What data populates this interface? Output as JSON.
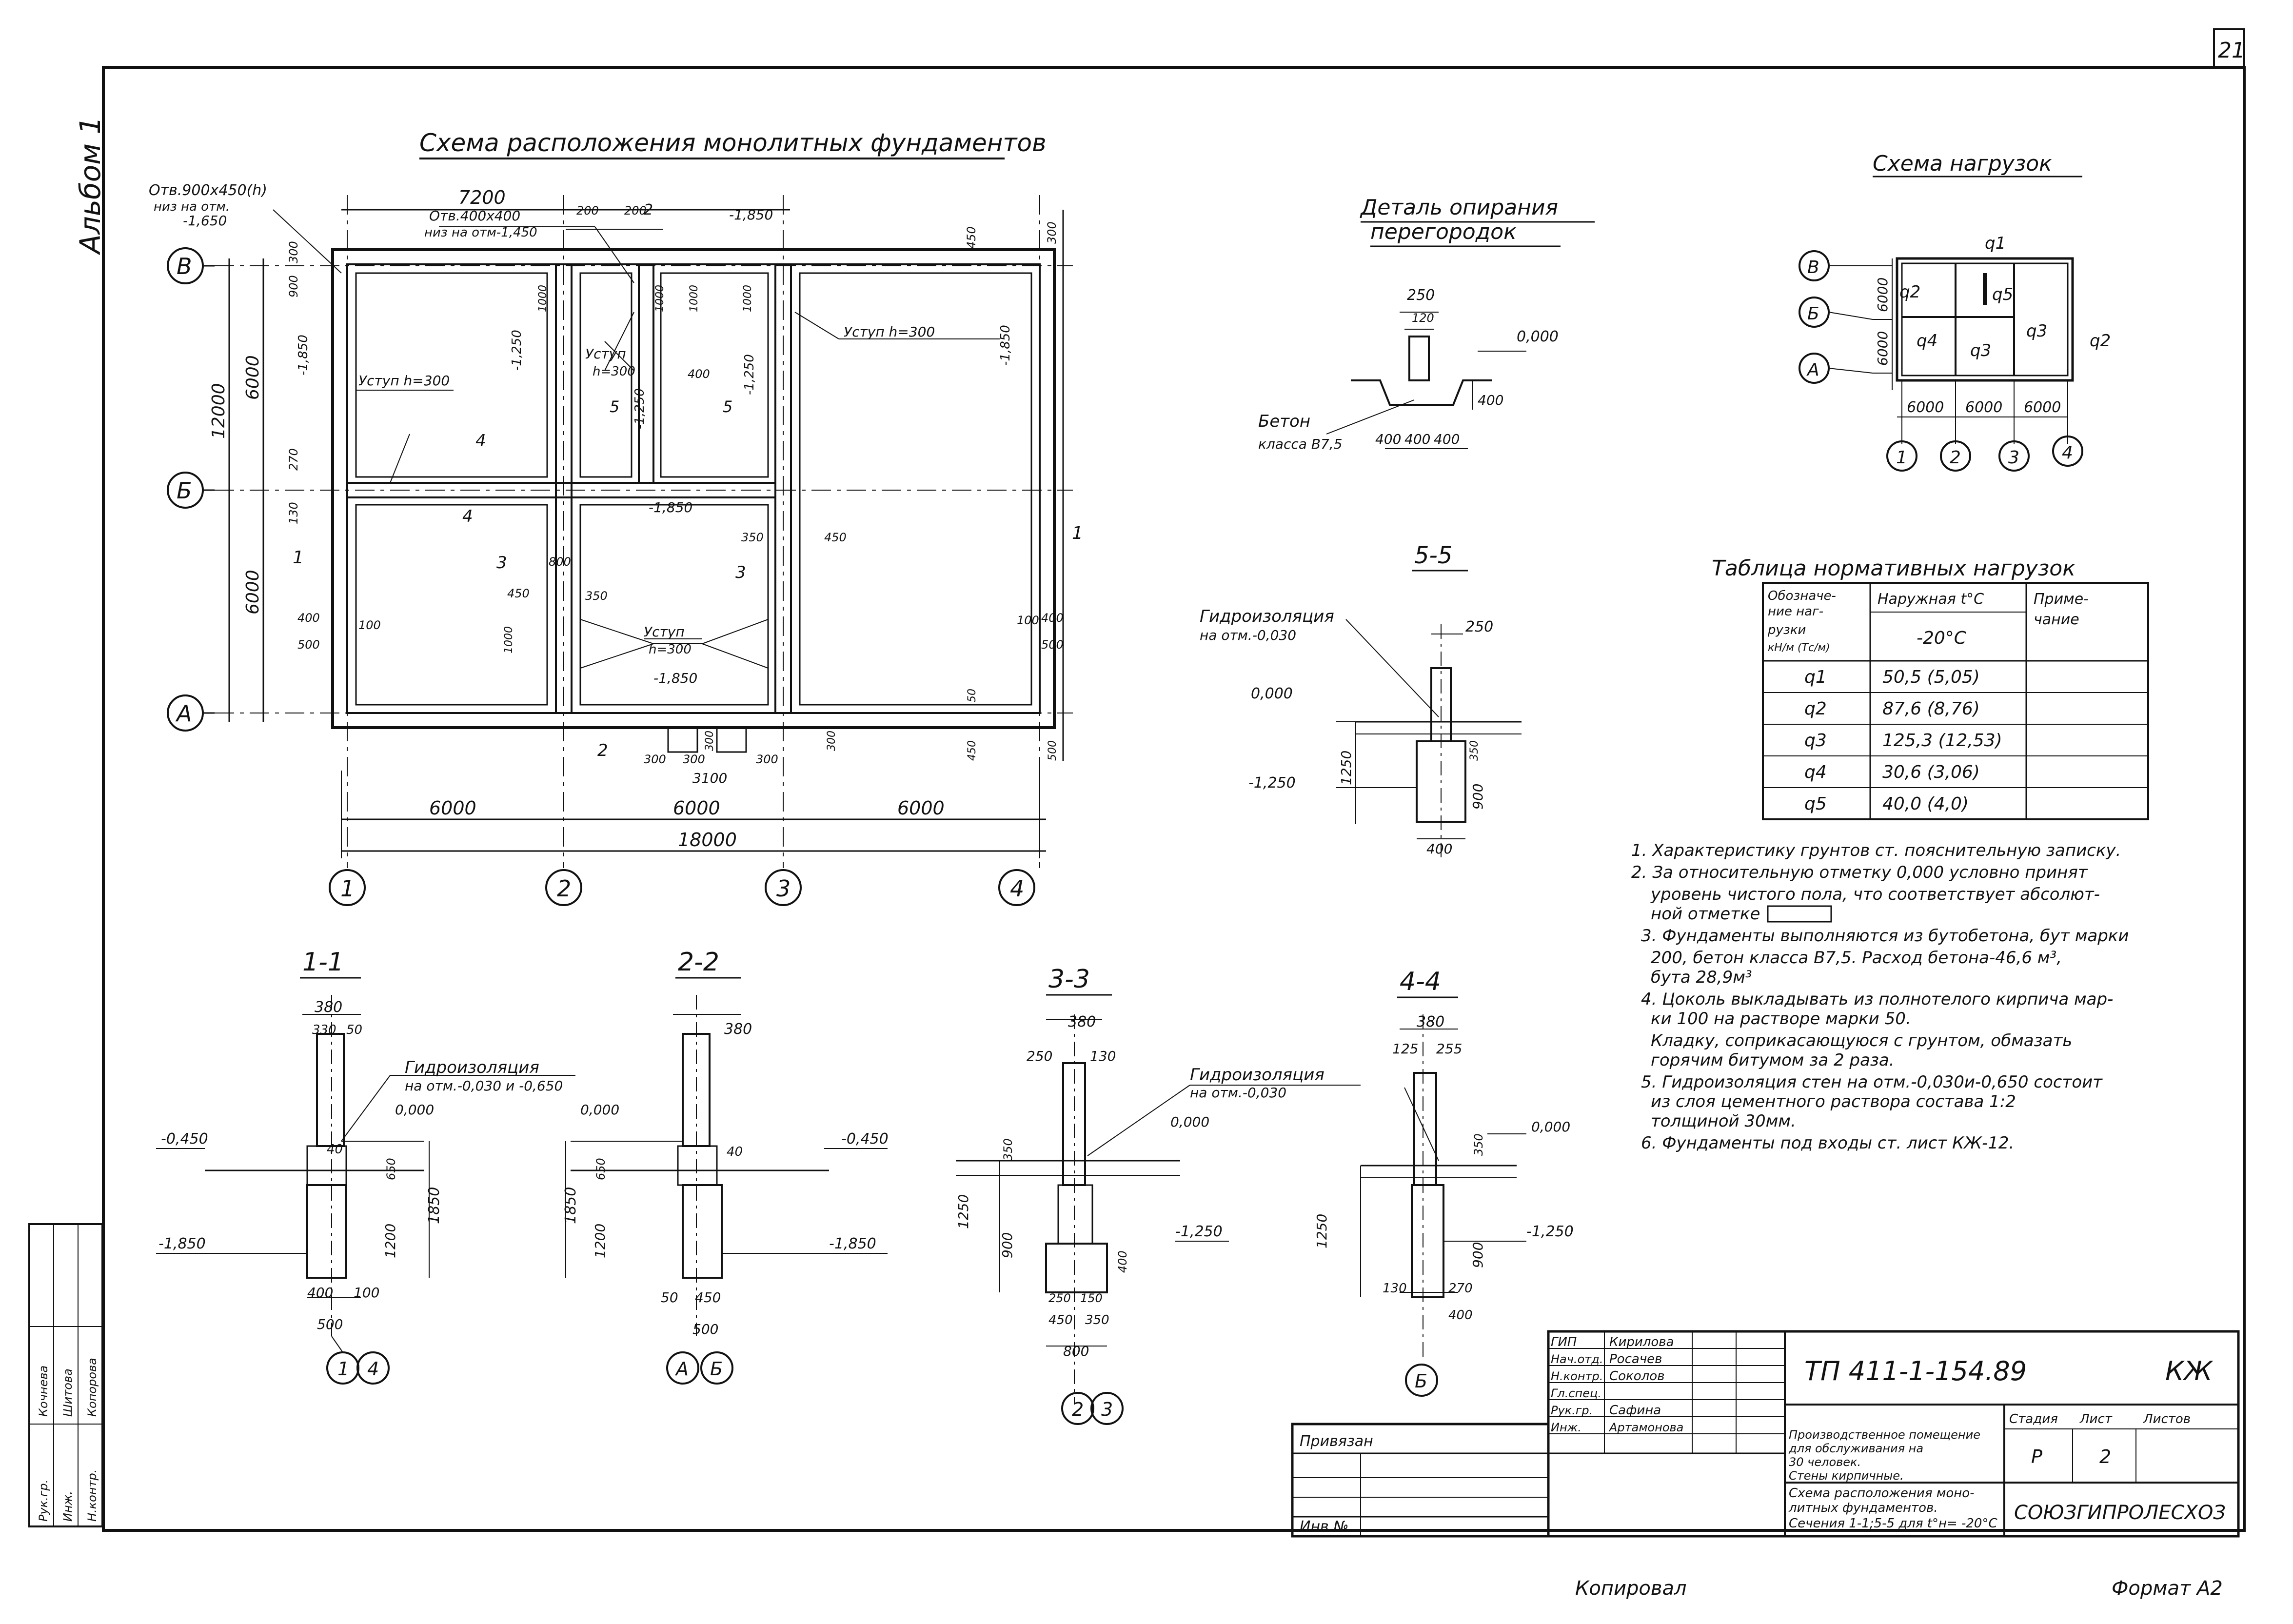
{
  "sheet": {
    "number": "21",
    "album": "Альбом 1",
    "copied": "Копировал",
    "format": "Формат А2"
  },
  "plan": {
    "title": "Схема расположения монолитных фундаментов",
    "axes_rows": [
      "В",
      "Б",
      "А"
    ],
    "axes_cols": [
      "1",
      "2",
      "3",
      "4"
    ],
    "dims_bottom": [
      "6000",
      "6000",
      "6000"
    ],
    "dim_total": "18000",
    "dims_left": [
      "6000",
      "6000"
    ],
    "dim_left_total": "12000",
    "top_dim": "7200",
    "labels": {
      "otv1": "Отв.900х450(h)",
      "otv1b": "низ на отм.",
      "otv1c": "-1,650",
      "otv2": "Отв.400х400",
      "otv2b": "низ на отм-1,450",
      "mark_top": "-1,850",
      "ustup1": "Уступ h=300",
      "ustup2": "Уступ",
      "ustup2b": "h=300",
      "ustup3": "Уступ h=300",
      "ustup4": "Уступ",
      "ustup4b": "h=300",
      "mark_mid": "-1,850",
      "mark_low": "-1,850",
      "mark_left": "-1,850",
      "mark_r": "-1,850",
      "m1250a": "-1,250",
      "m1250b": "-1,250",
      "m1250c": "-1,250"
    },
    "small_dims": [
      "200",
      "200",
      "450",
      "300",
      "300",
      "900",
      "1000",
      "1000",
      "1000",
      "1000",
      "270",
      "130",
      "400",
      "500",
      "100",
      "400",
      "350",
      "450",
      "350",
      "1000",
      "800",
      "450",
      "100",
      "400",
      "500",
      "50",
      "450",
      "500",
      "300",
      "300",
      "300",
      "3100",
      "300",
      "300"
    ],
    "section_marks": [
      "1",
      "1",
      "2",
      "2",
      "3",
      "3",
      "4",
      "4",
      "5",
      "5"
    ]
  },
  "detail_support": {
    "title": "Деталь опирания",
    "title2": "перегородок",
    "dims": [
      "250",
      "120",
      "0,000",
      "400",
      "400",
      "400",
      "400"
    ],
    "note": "Бетон",
    "note2": "класса В7,5"
  },
  "load_scheme": {
    "title": "Схема нагрузок",
    "loads": [
      "q1",
      "q2",
      "q2",
      "q3",
      "q3",
      "q4",
      "q5"
    ],
    "dims_left": [
      "6000",
      "6000"
    ],
    "dims_bottom": [
      "6000",
      "6000",
      "6000"
    ],
    "axes_rows": [
      "В",
      "Б",
      "А"
    ],
    "axes_cols": [
      "1",
      "2",
      "3",
      "4"
    ]
  },
  "load_table": {
    "title": "Таблица нормативных нагрузок",
    "headers": [
      "Обозначение нагрузки кН/м (Тс/м)",
      "Наружная t°С",
      "Примечание"
    ],
    "subheader": "-20°С",
    "rows": [
      [
        "q1",
        "50,5 (5,05)",
        ""
      ],
      [
        "q2",
        "87,6 (8,76)",
        ""
      ],
      [
        "q3",
        "125,3 (12,53)",
        ""
      ],
      [
        "q4",
        "30,6 (3,06)",
        ""
      ],
      [
        "q5",
        "40,0 (4,0)",
        ""
      ]
    ]
  },
  "notes": [
    "1. Характеристику грунтов ст. пояснительную записку.",
    "2. За относительную отметку 0,000 условно принят",
    "уровень чистого пола, что соответствует абсолют-",
    "ной отметке",
    "3. Фундаменты выполняются из бутобетона, бут марки",
    "200, бетон класса В7,5. Расход бетона-46,6 м³,",
    "бута 28,9м³",
    "4. Цоколь выкладывать из полнотелого кирпича мар-",
    "ки 100 на растворе марки 50.",
    "Кладку, соприкасающуюся с грунтом, обмазать",
    "горячим битумом за 2 раза.",
    "5. Гидроизоляция стен на отм.-0,030и-0,650 состоит",
    "из слоя цементного раствора состава 1:2",
    "толщиной 30мм.",
    "6. Фундаменты под входы ст. лист КЖ-12."
  ],
  "sections": {
    "s55": {
      "title": "5-5",
      "labels": [
        "Гидроизоляция",
        "на отм.-0,030",
        "250",
        "0,000",
        "-1,250",
        "1250",
        "900",
        "350",
        "400"
      ]
    },
    "s11": {
      "title": "1-1",
      "labels": [
        "380",
        "330",
        "50",
        "Гидроизоляция",
        "на отм.-0,030 и -0,650",
        "0,000",
        "-0,450",
        "40",
        "650",
        "1850",
        "1200",
        "-1,850",
        "400",
        "100",
        "500",
        "1",
        "4"
      ]
    },
    "s22": {
      "title": "2-2",
      "labels": [
        "380",
        "0,000",
        "40",
        "-0,450",
        "650",
        "1850",
        "1200",
        "-1,850",
        "50",
        "450",
        "500",
        "А",
        "Б"
      ]
    },
    "s33": {
      "title": "3-3",
      "labels": [
        "380",
        "250",
        "130",
        "Гидроизоляция",
        "на отм.-0,030",
        "0,000",
        "350",
        "1250",
        "900",
        "400",
        "-1,250",
        "250",
        "150",
        "450",
        "350",
        "800",
        "2",
        "3"
      ]
    },
    "s44": {
      "title": "4-4",
      "labels": [
        "380",
        "125",
        "255",
        "0,000",
        "350",
        "1250",
        "900",
        "-1,250",
        "130",
        "270",
        "400",
        "Б"
      ]
    }
  },
  "stamp": {
    "code": "ТП 411-1-154.89",
    "mark": "КЖ",
    "roles": [
      "ГИП",
      "Нач.отд.",
      "Н.контр.",
      "Гл.спец.",
      "Рук.гр.",
      "Инж."
    ],
    "names": [
      "Кирилова",
      "Росачев",
      "Соколов",
      "",
      "Сафина",
      "Артамонова"
    ],
    "bound": "Привязан",
    "inv": "Инв.№",
    "object": "Производственное помещение для обслуживания на 30 человек. Стены кирпичные.",
    "sheet_title": "Схема расположения монолитных фундаментов. Сечения 1-1;5-5 для t°н= -20°С",
    "stage_h": "Стадия",
    "list_h": "Лист",
    "lists_h": "Листов",
    "stage": "Р",
    "list": "2",
    "org": "СОЮЗГИПРОЛЕСХОЗ"
  },
  "side_stamp": {
    "rows": [
      "Рук.гр.",
      "Инж.",
      "Н.контр."
    ],
    "names": [
      "Кочнева",
      "Шитова",
      "Копорова"
    ]
  }
}
